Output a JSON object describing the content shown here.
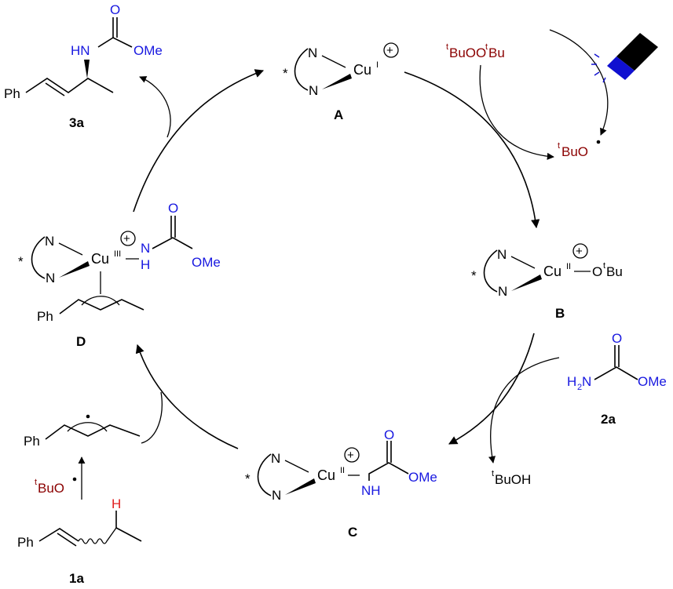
{
  "compound_labels": {
    "A": "A",
    "B": "B",
    "C": "C",
    "D": "D",
    "product": "3a",
    "substrate": "1a",
    "carbamate": "2a"
  },
  "atoms": {
    "N": "N",
    "Cu": "Cu",
    "O": "O",
    "Ph": "Ph",
    "HN": "HN",
    "H": "H",
    "NH": "NH",
    "H2N_H": "H",
    "H2N_2": "2",
    "H2N_N": "N",
    "OMe": "OMe",
    "star": "*",
    "t": "t",
    "Bu": "Bu",
    "BuO": "BuO",
    "BuOH": "BuOH",
    "BuOO": "BuOO"
  },
  "oxidation_states": {
    "I": "I",
    "II": "II",
    "III": "III"
  },
  "charge_symbol": "+",
  "colors": {
    "text": "#000000",
    "reagent_dark_red": "#8B0000",
    "carbamate_blue": "#1818E0",
    "abstracted_h_red": "#E02020",
    "lamp_body": "#000000",
    "lamp_tip": "#1010D0"
  },
  "icons": {
    "light_source": "blue-lamp-icon"
  }
}
